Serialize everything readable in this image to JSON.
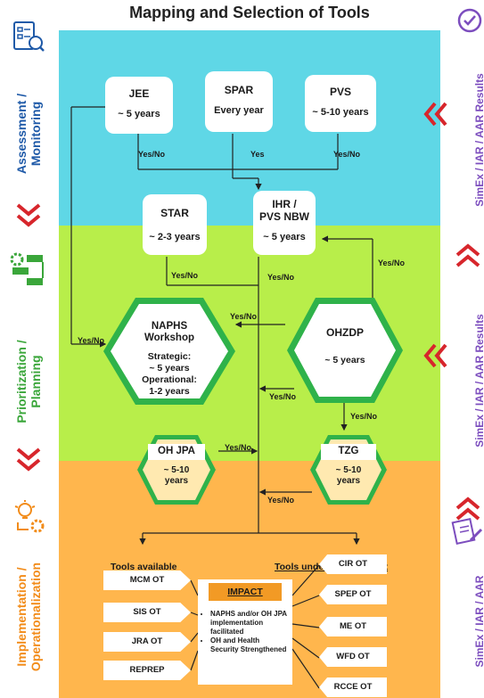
{
  "title": "Mapping and Selection of Tools",
  "colors": {
    "assessment": "#5fd7e6",
    "planning": "#b8ee4a",
    "implementation": "#ffb64d",
    "accent_red": "#d7262c",
    "blue_text": "#1f5aa8",
    "green_text": "#3aa63a",
    "orange_text": "#f28c1a"
  },
  "left_labels": {
    "assessment": [
      "Assessment /",
      "Monitoring"
    ],
    "planning": [
      "Prioritization /",
      "Planning"
    ],
    "implementation": [
      "Implementation /",
      "Operationalization"
    ]
  },
  "right_labels": {
    "top": "SimEx / IAR / AAR Results",
    "middle": "SimEx / IAR / AAR Results",
    "bottom": "SimEx / IAR / AAR"
  },
  "tools": {
    "jee": {
      "name": "JEE",
      "freq": "~ 5 years"
    },
    "spar": {
      "name": "SPAR",
      "freq": "Every year"
    },
    "pvs": {
      "name": "PVS",
      "freq": "~ 5-10 years"
    },
    "star": {
      "name": "STAR",
      "freq": "~ 2-3 years"
    },
    "ihr": {
      "name1": "IHR /",
      "name2": "PVS NBW",
      "freq": "~ 5 years"
    },
    "naphs": {
      "name1": "NAPHS",
      "name2": "Workshop",
      "l1": "Strategic:",
      "l2": "~ 5 years",
      "l3": "Operational:",
      "l4": "1-2 years"
    },
    "ohzdp": {
      "name": "OHZDP",
      "freq": "~ 5 years"
    },
    "ohjpa": {
      "name": "OH JPA",
      "freq1": "~ 5-10",
      "freq2": "years"
    },
    "tzg": {
      "name": "TZG",
      "freq1": "~ 5-10",
      "freq2": "years"
    }
  },
  "edges": {
    "yes_no": "Yes/No",
    "yes": "Yes"
  },
  "implementation": {
    "available_title": "Tools available",
    "dev_title": "Tools under development",
    "available": [
      "MCM OT",
      "SIS OT",
      "JRA OT",
      "REPREP"
    ],
    "development": [
      "CIR OT",
      "SPEP OT",
      "ME OT",
      "WFD OT",
      "RCCE OT"
    ],
    "impact_title": "IMPACT",
    "impact_points": [
      "NAPHS and/or OH JPA implementation facilitated",
      "OH and Health Security Strengthened"
    ]
  }
}
